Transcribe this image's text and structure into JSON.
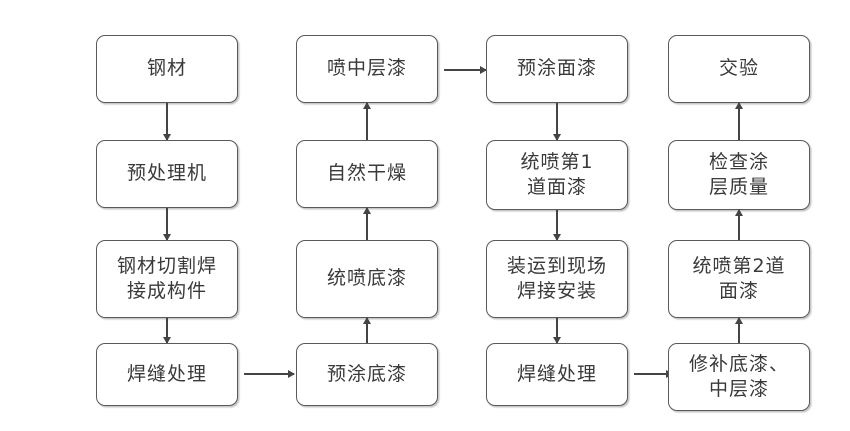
{
  "diagram": {
    "title": "",
    "type": "flowchart",
    "background_color": "#ffffff",
    "box_border_color": "#5a5a5a",
    "text_color": "#3a3a3a",
    "arrow_color": "#444444",
    "columns": [
      {
        "id": "column-1",
        "flow_direction": "down",
        "nodes": [
          {
            "id": "n1",
            "label": "钢材"
          },
          {
            "id": "n2",
            "label": "预处理机"
          },
          {
            "id": "n3",
            "label": "钢材切割焊\n接成构件"
          },
          {
            "id": "n4",
            "label": "焊缝处理"
          }
        ]
      },
      {
        "id": "column-2",
        "flow_direction": "up",
        "nodes": [
          {
            "id": "n5",
            "label": "喷中层漆"
          },
          {
            "id": "n6",
            "label": "自然干燥"
          },
          {
            "id": "n7",
            "label": "统喷底漆"
          },
          {
            "id": "n8",
            "label": "预涂底漆"
          }
        ]
      },
      {
        "id": "column-3",
        "flow_direction": "down",
        "nodes": [
          {
            "id": "n9",
            "label": "预涂面漆"
          },
          {
            "id": "n10",
            "label": "统喷第1\n道面漆"
          },
          {
            "id": "n11",
            "label": "装运到现场\n焊接安装"
          },
          {
            "id": "n12",
            "label": "焊缝处理"
          }
        ]
      },
      {
        "id": "column-4",
        "flow_direction": "up",
        "nodes": [
          {
            "id": "n13",
            "label": "交验"
          },
          {
            "id": "n14",
            "label": "检查涂\n层质量"
          },
          {
            "id": "n15",
            "label": "统喷第2道\n面漆"
          },
          {
            "id": "n16",
            "label": "修补底漆、\n中层漆"
          }
        ]
      }
    ],
    "connectors": [
      {
        "id": "c1",
        "from": "n1",
        "to": "n2",
        "orientation": "vertical",
        "direction": "down"
      },
      {
        "id": "c2",
        "from": "n2",
        "to": "n3",
        "orientation": "vertical",
        "direction": "down"
      },
      {
        "id": "c3",
        "from": "n3",
        "to": "n4",
        "orientation": "vertical",
        "direction": "down"
      },
      {
        "id": "c4",
        "from": "n4",
        "to": "n8",
        "orientation": "horizontal",
        "direction": "right"
      },
      {
        "id": "c5",
        "from": "n8",
        "to": "n7",
        "orientation": "vertical",
        "direction": "up"
      },
      {
        "id": "c6",
        "from": "n7",
        "to": "n6",
        "orientation": "vertical",
        "direction": "up"
      },
      {
        "id": "c7",
        "from": "n6",
        "to": "n5",
        "orientation": "vertical",
        "direction": "up"
      },
      {
        "id": "c8",
        "from": "n5",
        "to": "n9",
        "orientation": "horizontal",
        "direction": "right"
      },
      {
        "id": "c9",
        "from": "n9",
        "to": "n10",
        "orientation": "vertical",
        "direction": "down"
      },
      {
        "id": "c10",
        "from": "n10",
        "to": "n11",
        "orientation": "vertical",
        "direction": "down"
      },
      {
        "id": "c11",
        "from": "n11",
        "to": "n12",
        "orientation": "vertical",
        "direction": "down"
      },
      {
        "id": "c12",
        "from": "n12",
        "to": "n16",
        "orientation": "horizontal",
        "direction": "right"
      },
      {
        "id": "c13",
        "from": "n16",
        "to": "n15",
        "orientation": "vertical",
        "direction": "up"
      },
      {
        "id": "c14",
        "from": "n15",
        "to": "n14",
        "orientation": "vertical",
        "direction": "up"
      },
      {
        "id": "c15",
        "from": "n14",
        "to": "n13",
        "orientation": "vertical",
        "direction": "up"
      }
    ]
  }
}
